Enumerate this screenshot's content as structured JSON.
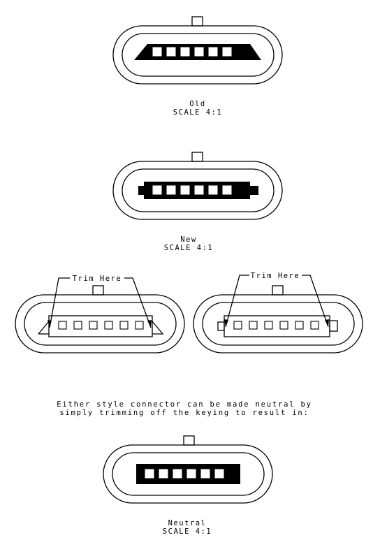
{
  "colors": {
    "ink": "#000000",
    "paper": "#ffffff"
  },
  "connectors": [
    {
      "id": "old",
      "style": "Old",
      "pins": 6,
      "caption": "Old",
      "scale": "SCALE 4:1"
    },
    {
      "id": "new",
      "style": "New",
      "pins": 6,
      "caption": "New",
      "scale": "SCALE 4:1"
    },
    {
      "id": "trim-old",
      "style": "Old",
      "pins": 6,
      "callout": "Trim Here"
    },
    {
      "id": "trim-new",
      "style": "New",
      "pins": 6,
      "callout": "Trim Here"
    },
    {
      "id": "neutral",
      "style": "Neutral",
      "pins": 6,
      "caption": "Neutral",
      "scale": "SCALE 4:1"
    }
  ],
  "note": {
    "line1": "Either style connector can be made neutral by",
    "line2": "simply trimming off the keying to result in:"
  }
}
